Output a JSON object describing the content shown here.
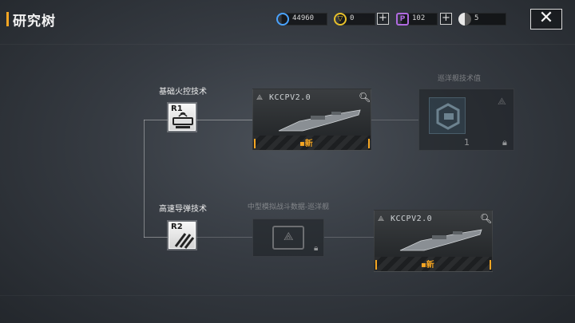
{
  "header": {
    "title": "研究树"
  },
  "currencies": [
    {
      "icon": "credit-icon",
      "value": "44960",
      "color": "#4aa3ff"
    },
    {
      "icon": "gold-icon",
      "value": "0",
      "color": "#e8c12a"
    },
    {
      "icon": "crystal-icon",
      "value": "102",
      "color": "#b06ae0"
    },
    {
      "icon": "half-moon-icon",
      "value": "5",
      "color": "#e8e8e8"
    }
  ],
  "tree": {
    "nodes": [
      {
        "code": "R1",
        "label": "基础火控技术"
      },
      {
        "code": "R2",
        "label": "高速导弹技术"
      }
    ],
    "ship_cards": [
      {
        "name": "KCCPV2.0",
        "badge": "新"
      },
      {
        "name": "KCCPV2.0",
        "badge": "新"
      }
    ],
    "tech_value_card": {
      "label": "巡洋舰技术值",
      "count": "1"
    },
    "sim_data_card": {
      "label": "中型模拟战斗数据-巡洋舰"
    }
  }
}
